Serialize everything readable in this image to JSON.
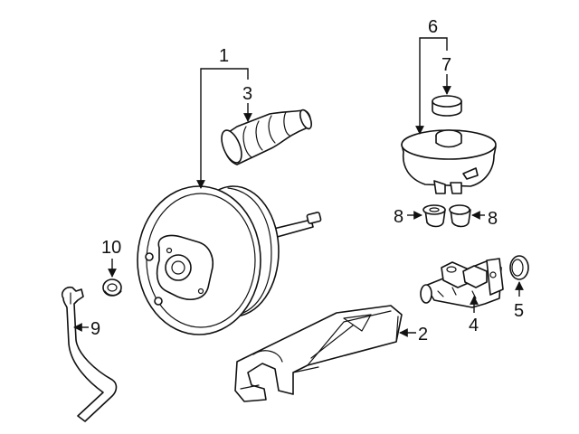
{
  "diagram": {
    "callouts": {
      "c1": "1",
      "c2": "2",
      "c3": "3",
      "c4": "4",
      "c5": "5",
      "c6": "6",
      "c7": "7",
      "c8a": "8",
      "c8b": "8",
      "c9": "9",
      "c10": "10"
    }
  },
  "colors": {
    "line": "#111111",
    "background": "#ffffff"
  }
}
